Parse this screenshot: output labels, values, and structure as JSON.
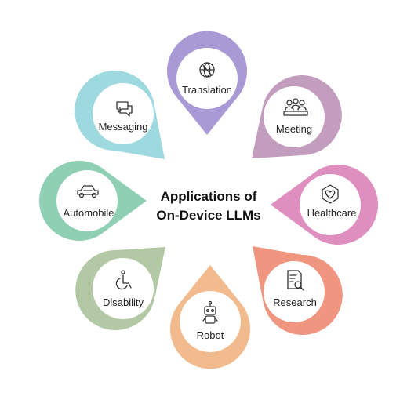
{
  "diagram": {
    "title_line1": "Applications of",
    "title_line2": "On-Device LLMs",
    "nodes": [
      {
        "label": "Translation",
        "icon": "globe-translate-icon",
        "color": "#a99ad6"
      },
      {
        "label": "Meeting",
        "icon": "people-meeting-icon",
        "color": "#c29dbd"
      },
      {
        "label": "Healthcare",
        "icon": "heart-hand-icon",
        "color": "#df8ec0"
      },
      {
        "label": "Research",
        "icon": "document-search-icon",
        "color": "#ef9580"
      },
      {
        "label": "Robot",
        "icon": "robot-icon",
        "color": "#f1bb8d"
      },
      {
        "label": "Disability",
        "icon": "wheelchair-icon",
        "color": "#b3c9a5"
      },
      {
        "label": "Automobile",
        "icon": "car-icon",
        "color": "#8fd0b5"
      },
      {
        "label": "Messaging",
        "icon": "chat-bubbles-icon",
        "color": "#9fd9e0"
      }
    ]
  }
}
